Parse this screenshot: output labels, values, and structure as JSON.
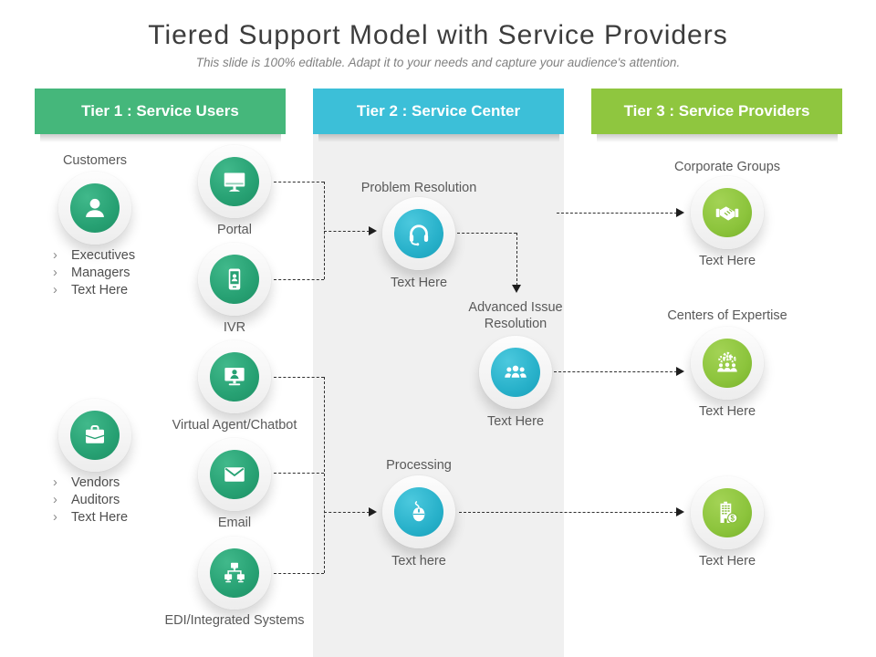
{
  "page": {
    "title": "Tiered Support Model with Service Providers",
    "subtitle": "This slide is 100% editable. Adapt it to your needs and capture your audience's attention."
  },
  "colors": {
    "tier1_header": "#45b77b",
    "tier2_header": "#3cbfd8",
    "tier3_header": "#8fc63f",
    "tier1_circle": "#27a173",
    "tier2_circle": "#28b1ca",
    "tier3_circle": "#8cc43c",
    "panel_background": "#f0f0f0",
    "connector": "#2f2f2f"
  },
  "tier1": {
    "header": "Tier 1 : Service Users",
    "bullet_char": "›",
    "groups": [
      {
        "title": "Customers",
        "icon": "person-icon",
        "bullets": [
          "Executives",
          "Managers",
          "Text Here"
        ]
      },
      {
        "title": "",
        "icon": "briefcase-icon",
        "bullets": [
          "Vendors",
          "Auditors",
          "Text Here"
        ]
      }
    ],
    "channels": [
      {
        "label": "Portal",
        "icon": "monitor-icon"
      },
      {
        "label": "IVR",
        "icon": "smartphone-user-icon"
      },
      {
        "label": "Virtual Agent/Chatbot",
        "icon": "agent-monitor-icon"
      },
      {
        "label": "Email",
        "icon": "envelope-icon"
      },
      {
        "label": "EDI/Integrated Systems",
        "icon": "network-computers-icon"
      }
    ]
  },
  "tier2": {
    "header": "Tier 2 : Service Center",
    "nodes": [
      {
        "title": "Problem Resolution",
        "caption": "Text Here",
        "icon": "headset-icon"
      },
      {
        "title": "Advanced Issue Resolution",
        "caption": "Text Here",
        "icon": "people-group-icon"
      },
      {
        "title": "Processing",
        "caption": "Text here",
        "icon": "mouse-icon"
      }
    ]
  },
  "tier3": {
    "header": "Tier 3 : Service Providers",
    "nodes": [
      {
        "title": "Corporate Groups",
        "caption": "Text Here",
        "icon": "handshake-icon"
      },
      {
        "title": "Centers of Expertise",
        "caption": "Text Here",
        "icon": "gears-team-icon"
      },
      {
        "title": "",
        "caption": "Text Here",
        "icon": "building-dollar-icon"
      }
    ]
  }
}
